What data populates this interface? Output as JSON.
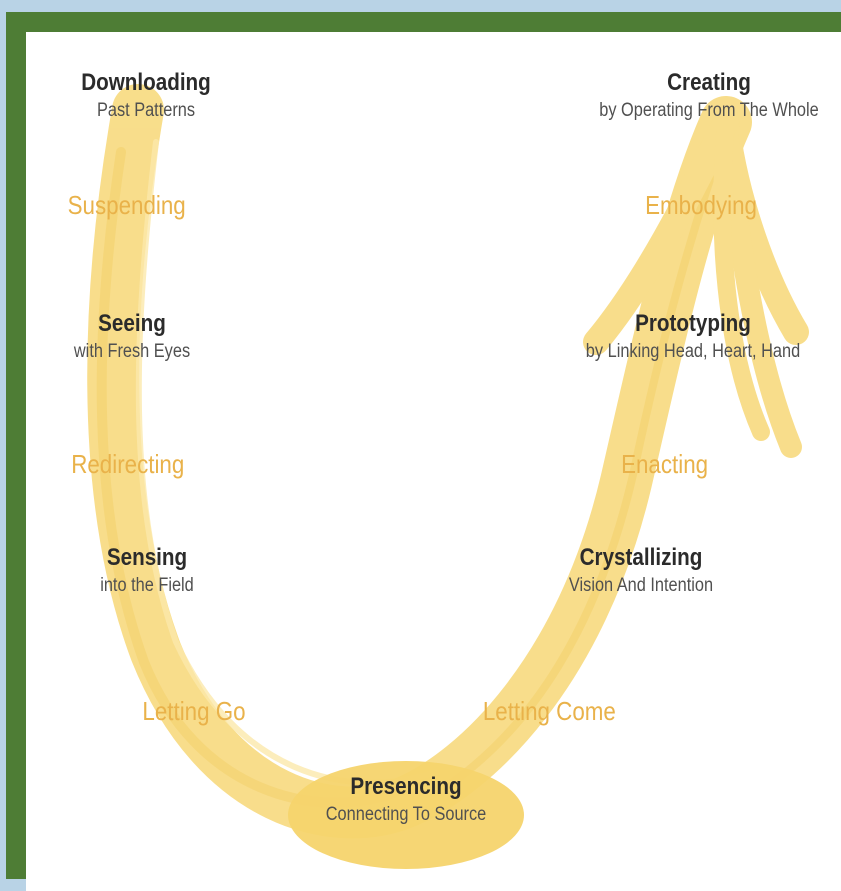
{
  "nodes": {
    "downloading": {
      "title": "Downloading",
      "sub": "Past Patterns"
    },
    "seeing": {
      "title": "Seeing",
      "sub": "with Fresh Eyes"
    },
    "sensing": {
      "title": "Sensing",
      "sub": "into the Field"
    },
    "presencing": {
      "title": "Presencing",
      "sub": "Connecting To Source"
    },
    "crystallizing": {
      "title": "Crystallizing",
      "sub": "Vision And Intention"
    },
    "prototyping": {
      "title": "Prototyping",
      "sub": "by Linking Head, Heart, Hand"
    },
    "creating": {
      "title": "Creating",
      "sub": "by Operating From The Whole"
    }
  },
  "stages": {
    "suspending": "Suspending",
    "redirecting": "Redirecting",
    "letting_go": "Letting Go",
    "letting_come": "Letting Come",
    "enacting": "Enacting",
    "embodying": "Embodying"
  },
  "colors": {
    "arrow": "#f8dc85",
    "stage_text": "#e9b24a",
    "frame": "#4e7d35",
    "background": "#b9d3e6"
  }
}
